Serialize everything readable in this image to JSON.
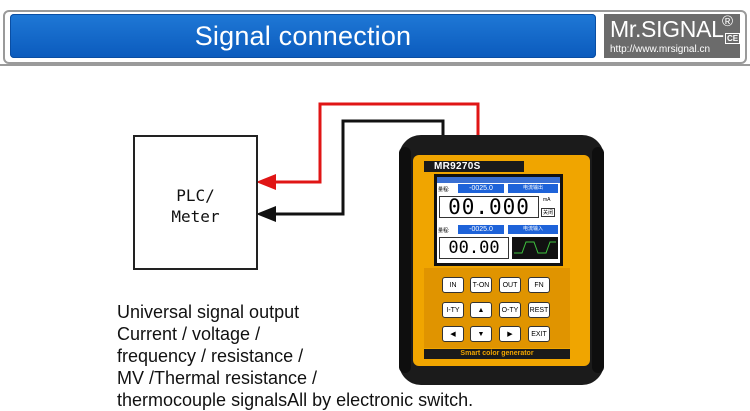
{
  "header": {
    "title": "Signal connection",
    "brand": "Mr.SIGNAL",
    "registered_mark": "®",
    "ce_mark": "CE",
    "url": "http://www.mrsignal.cn"
  },
  "plc": {
    "line1": "PLC/",
    "line2": "Meter"
  },
  "description": {
    "line1": "Universal signal output",
    "line2": "Current / voltage /",
    "line3": "frequency / resistance /",
    "line4": "MV /Thermal resistance /",
    "line5": "thermocouple signalsAll by electronic switch."
  },
  "device": {
    "model": "MR9270S",
    "footer": "Smart color generator",
    "screen": {
      "row1_label": "量程:",
      "row1_value": "-0025.0",
      "row1_tag": "电流输出",
      "big_value": "00.000",
      "unit": "mA",
      "off": "关闭",
      "row2_label": "量程:",
      "row2_value": "-0025.0",
      "row2_tag": "电流输入",
      "mid_value": "00.00"
    },
    "keys": {
      "in": "IN",
      "t_on": "T-ON",
      "out": "OUT",
      "fn": "FN",
      "i_ty": "I-TY",
      "up": "▲",
      "o_ty": "O-TY",
      "rest": "REST",
      "left": "◀",
      "down": "▼",
      "right": "▶",
      "exit": "EXIT"
    }
  },
  "colors": {
    "banner_blue": "#1468cc",
    "wire_red": "#e01515",
    "wire_black": "#111111",
    "device_orange": "#f0a500"
  }
}
